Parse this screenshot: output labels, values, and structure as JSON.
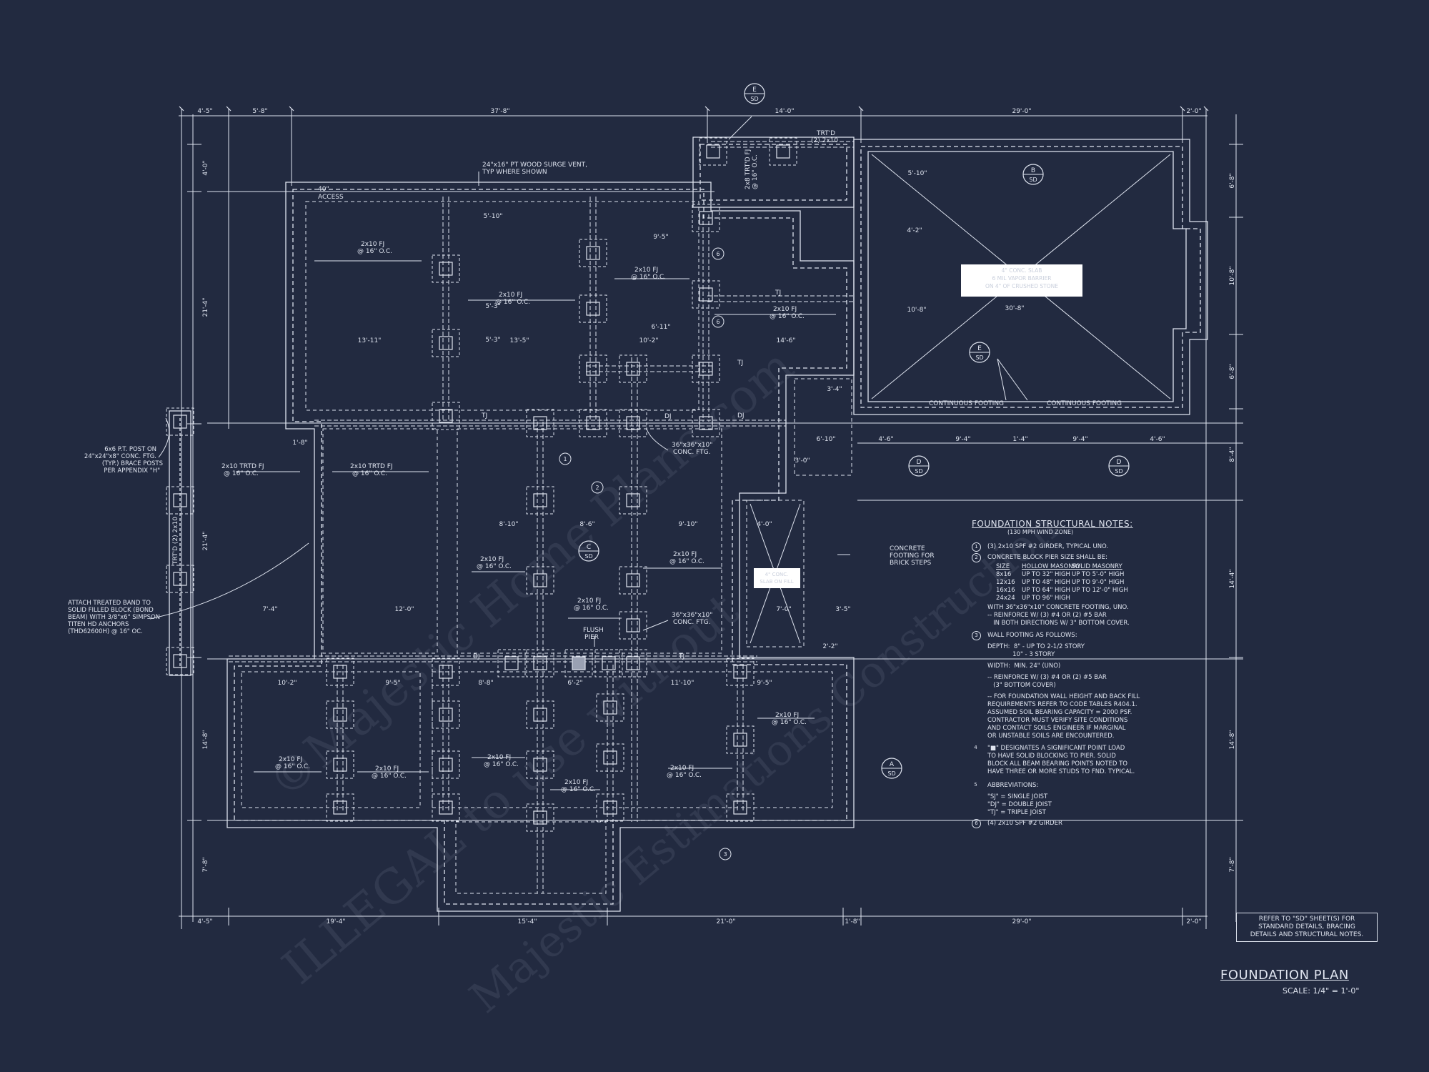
{
  "top_dimensions": [
    "4'-5\"",
    "5'-8\"",
    "37'-8\"",
    "14'-0\"",
    "29'-0\"",
    "2'-0\""
  ],
  "bottom_dimensions": [
    "4'-5\"",
    "19'-4\"",
    "15'-4\"",
    "21'-0\"",
    "1'-8\"",
    "29'-0\"",
    "2'-0\""
  ],
  "left_dimensions": [
    "4'-0\"",
    "21'-4\"",
    "21'-4\"",
    "14'-8\"",
    "7'-8\""
  ],
  "right_dimensions": [
    "6'-8\"",
    "10'-8\"",
    "6'-8\"",
    "8'-4\"",
    "14'-4\"",
    "14'-8\"",
    "7'-8\""
  ],
  "plan_labels": {
    "surge_vent": "24\"x16\" PT WOOD SURGE VENT,",
    "surge_vent_2": "TYP WHERE SHOWN",
    "access_1": "40\"",
    "access_2": "ACCESS",
    "trtd_top_1": "TRT'D",
    "trtd_top_2": "(2) 2x10",
    "trtd_fj_v1": "2x8 TRT'D FJ",
    "trtd_fj_v2": "@ 16\" O.C.",
    "trtd_left": "TRT'D (2) 2x10",
    "fj": "2x10 FJ",
    "oc": "@ 16\" O.C.",
    "trtd_fj": "2x10 TRTD FJ",
    "tj": "TJ",
    "dj": "DJ",
    "conc_ftg_1": "36\"x36\"x10\"",
    "conc_ftg_2": "CONC. FTG.",
    "flush_1": "FLUSH",
    "flush_2": "PIER",
    "cont_footing": "CONTINUOUS FOOTING",
    "brick_steps_1": "CONCRETE",
    "brick_steps_2": "FOOTING FOR",
    "brick_steps_3": "BRICK STEPS",
    "post_1": "6x6 P.T. POST ON",
    "post_2": "24\"x24\"x8\" CONC. FTG.",
    "post_3": "(TYP.) BRACE POSTS",
    "post_4": "PER APPENDIX \"H\"",
    "band_1": "ATTACH TREATED BAND TO",
    "band_2": "SOLID FILLED BLOCK (BOND",
    "band_3": "BEAM) WITH 3/8\"x6\" SIMPSON",
    "band_4": "TITEN HD ANCHORS",
    "band_5": "(THD62600H) @ 16\" OC.",
    "slab_1": "4\" CONC. SLAB",
    "slab_2": "6 MIL VAPOR BARRIER",
    "slab_3": "ON 4\" OF CRUSHED STONE",
    "porch_1": "4\" CONC.",
    "porch_2": "SLAB ON FILL"
  },
  "inner_dimensions": [
    "13'-11\"",
    "13'-5\"",
    "10'-2\"",
    "14'-6\"",
    "30'-8\"",
    "5'-3\"",
    "5'-10\"",
    "4'-2\"",
    "10'-8\"",
    "3'-4\"",
    "8'-10\"",
    "8'-6\"",
    "9'-10\"",
    "4'-0\"",
    "7'-0\"",
    "3'-5\"",
    "7'-4\"",
    "12'-0\"",
    "10'-2\"",
    "9'-5\"",
    "8'-8\"",
    "6'-2\"",
    "11'-10\"",
    "9'-5\"",
    "4'-6\"",
    "9'-4\"",
    "1'-4\"",
    "9'-4\"",
    "4'-6\"",
    "6'-10\"",
    "3'-0\"",
    "2'-2\"",
    "1'-8\"",
    "5'-10\"",
    "5'-3\"",
    "6'-11\"",
    "9'-5\""
  ],
  "section_markers": [
    {
      "letter": "E",
      "sheet": "SD"
    },
    {
      "letter": "B",
      "sheet": "SD"
    },
    {
      "letter": "E",
      "sheet": "SD"
    },
    {
      "letter": "D",
      "sheet": "SD"
    },
    {
      "letter": "D",
      "sheet": "SD"
    },
    {
      "letter": "C",
      "sheet": "SD"
    },
    {
      "letter": "A",
      "sheet": "SD"
    }
  ],
  "note_tags": [
    "1",
    "2",
    "3",
    "6",
    "6"
  ],
  "notes": {
    "title": "FOUNDATION STRUCTURAL NOTES:",
    "subtitle": "(130 MPH WIND ZONE)",
    "n1_num": "1",
    "n1": "(3) 2x10 SPF #2 GIRDER, TYPICAL UNO.",
    "n2_num": "2",
    "n2": "CONCRETE BLOCK PIER SIZE SHALL BE:",
    "n2_h1": "SIZE",
    "n2_h2": "HOLLOW MASONRY",
    "n2_h3": "SOLID MASONRY",
    "n2_r1a": "8x16",
    "n2_r1b": "UP TO 32\" HIGH",
    "n2_r1c": "UP TO 5'-0\" HIGH",
    "n2_r2a": "12x16",
    "n2_r2b": "UP TO 48\" HIGH",
    "n2_r2c": "UP TO 9'-0\" HIGH",
    "n2_r3a": "16x16",
    "n2_r3b": "UP TO 64\" HIGH",
    "n2_r3c": "UP TO 12'-0\" HIGH",
    "n2_r4a": "24x24",
    "n2_r4b": "UP TO 96\" HIGH",
    "n2_f1": "WITH 36\"x36\"x10\" CONCRETE FOOTING, UNO.",
    "n2_f2": "-- REINFORCE W/ (3) #4 OR (2) #5 BAR",
    "n2_f3": "   IN BOTH DIRECTIONS W/ 3\" BOTTOM COVER.",
    "n3_num": "3",
    "n3": "WALL FOOTING AS FOLLOWS:",
    "n3_a": "DEPTH:  8\" - UP TO 2-1/2 STORY",
    "n3_b": "             10\" - 3 STORY",
    "n3_c": "WIDTH:  MIN. 24\" (UNO)",
    "n3_d": "-- REINFORCE W/ (3) #4 OR (2) #5 BAR",
    "n3_e": "   (3\" BOTTOM COVER)",
    "n3_f": "-- FOR FOUNDATION WALL HEIGHT AND BACK FILL",
    "n3_g": "REQUIREMENTS REFER TO CODE TABLES R404.1.",
    "n3_h": "ASSUMED SOIL BEARING CAPACITY = 2000 PSF.",
    "n3_i": "CONTRACTOR MUST VERIFY SITE CONDITIONS",
    "n3_j": "AND CONTACT SOILS ENGINEER IF MARGINAL",
    "n3_k": "OR UNSTABLE SOILS ARE ENCOUNTERED.",
    "n4_num": "4",
    "n4_a": "\"■\" DESIGNATES A SIGNIFICANT POINT LOAD",
    "n4_b": "TO HAVE SOLID BLOCKING TO PIER. SOLID",
    "n4_c": "BLOCK ALL BEAM BEARING POINTS NOTED TO",
    "n4_d": "HAVE THREE OR MORE STUDS TO FND. TYPICAL.",
    "n5_num": "5",
    "n5": "ABBREVIATIONS:",
    "n5_a": "\"SJ\" = SINGLE JOIST",
    "n5_b": "\"DJ\" = DOUBLE JOIST",
    "n5_c": "\"TJ\" = TRIPLE JOIST",
    "n6_num": "6",
    "n6": "(4) 2x10 SPF #2 GIRDER"
  },
  "reference_note": {
    "line1": "REFER TO \"SD\" SHEET(S) FOR",
    "line2": "STANDARD DETAILS, BRACING",
    "line3": "DETAILS AND STRUCTURAL NOTES."
  },
  "plan_title": "FOUNDATION PLAN",
  "plan_scale": "SCALE: 1/4\" = 1'-0\"",
  "watermark": {
    "line1": "©Majestic Home Plans.com",
    "line2": "ILLEGAL to use without",
    "line3": "Majestic Estimations Construction"
  },
  "colors": {
    "background": "#222a40",
    "linework": "#dfe4ef"
  }
}
